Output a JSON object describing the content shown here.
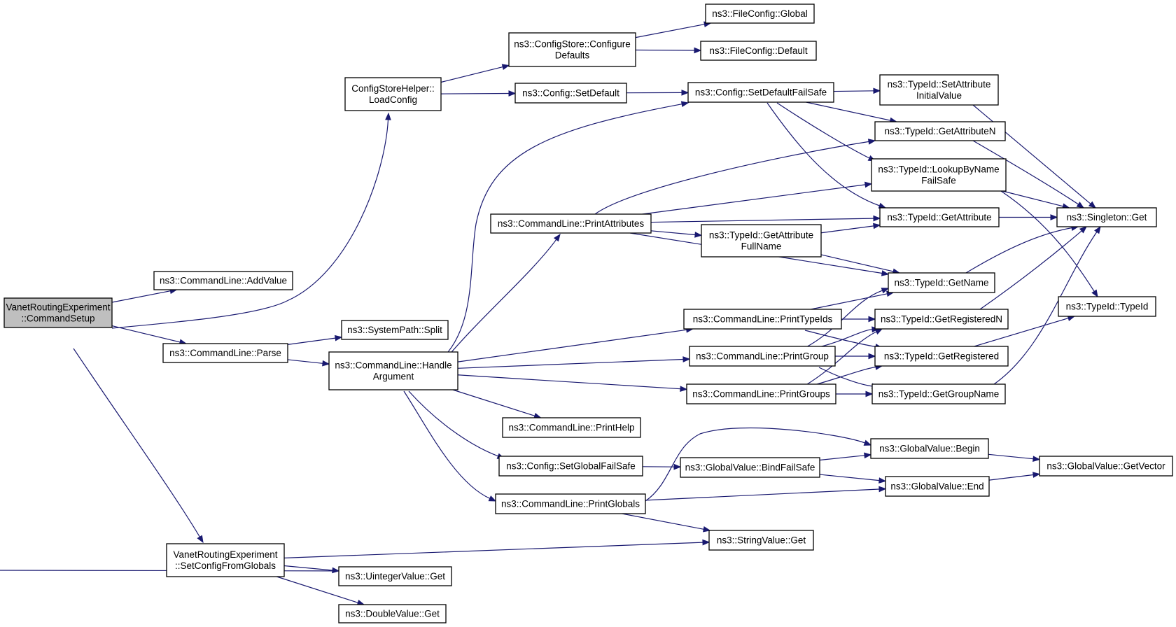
{
  "colors": {
    "edge": "#191970",
    "node_fill": "#ffffff",
    "root_fill": "#bfbfbf",
    "node_border": "#000000"
  },
  "nodes": [
    {
      "id": "root",
      "lines": [
        "VanetRoutingExperiment",
        "::CommandSetup"
      ],
      "root": true
    },
    {
      "id": "addvalue",
      "lines": [
        "ns3::CommandLine::AddValue"
      ]
    },
    {
      "id": "loadconfig",
      "lines": [
        "ConfigStoreHelper::",
        "LoadConfig"
      ]
    },
    {
      "id": "parse",
      "lines": [
        "ns3::CommandLine::Parse"
      ]
    },
    {
      "id": "setcfg",
      "lines": [
        "VanetRoutingExperiment",
        "::SetConfigFromGlobals"
      ]
    },
    {
      "id": "cs_configure",
      "lines": [
        "ns3::ConfigStore::Configure",
        "Defaults"
      ]
    },
    {
      "id": "fc_global",
      "lines": [
        "ns3::FileConfig::Global"
      ]
    },
    {
      "id": "fc_default",
      "lines": [
        "ns3::FileConfig::Default"
      ]
    },
    {
      "id": "config_setdefault",
      "lines": [
        "ns3::Config::SetDefault"
      ]
    },
    {
      "id": "setdefaultfailsafe",
      "lines": [
        "ns3::Config::SetDefaultFailSafe"
      ]
    },
    {
      "id": "sp_split",
      "lines": [
        "ns3::SystemPath::Split"
      ]
    },
    {
      "id": "handlearg",
      "lines": [
        "ns3::CommandLine::Handle",
        "Argument"
      ]
    },
    {
      "id": "printattrs",
      "lines": [
        "ns3::CommandLine::PrintAttributes"
      ]
    },
    {
      "id": "printtypeids",
      "lines": [
        "ns3::CommandLine::PrintTypeIds"
      ]
    },
    {
      "id": "printgroup",
      "lines": [
        "ns3::CommandLine::PrintGroup"
      ]
    },
    {
      "id": "printgroups",
      "lines": [
        "ns3::CommandLine::PrintGroups"
      ]
    },
    {
      "id": "printhelp",
      "lines": [
        "ns3::CommandLine::PrintHelp"
      ]
    },
    {
      "id": "setglobalfs",
      "lines": [
        "ns3::Config::SetGlobalFailSafe"
      ]
    },
    {
      "id": "printglobals",
      "lines": [
        "ns3::CommandLine::PrintGlobals"
      ]
    },
    {
      "id": "gv_bindfs",
      "lines": [
        "ns3::GlobalValue::BindFailSafe"
      ]
    },
    {
      "id": "gv_begin",
      "lines": [
        "ns3::GlobalValue::Begin"
      ]
    },
    {
      "id": "gv_end",
      "lines": [
        "ns3::GlobalValue::End"
      ]
    },
    {
      "id": "gv_getvector",
      "lines": [
        "ns3::GlobalValue::GetVector"
      ]
    },
    {
      "id": "stringvalue",
      "lines": [
        "ns3::StringValue::Get"
      ]
    },
    {
      "id": "uintvalue",
      "lines": [
        "ns3::UintegerValue::Get"
      ]
    },
    {
      "id": "doublevalue",
      "lines": [
        "ns3::DoubleValue::Get"
      ]
    },
    {
      "id": "tid_setattrinit",
      "lines": [
        "ns3::TypeId::SetAttribute",
        "InitialValue"
      ]
    },
    {
      "id": "tid_getattrn",
      "lines": [
        "ns3::TypeId::GetAttributeN"
      ]
    },
    {
      "id": "tid_lookup",
      "lines": [
        "ns3::TypeId::LookupByName",
        "FailSafe"
      ]
    },
    {
      "id": "tid_getattr",
      "lines": [
        "ns3::TypeId::GetAttribute"
      ]
    },
    {
      "id": "tid_getattrfull",
      "lines": [
        "ns3::TypeId::GetAttribute",
        "FullName"
      ]
    },
    {
      "id": "tid_getname",
      "lines": [
        "ns3::TypeId::GetName"
      ]
    },
    {
      "id": "tid_getregn",
      "lines": [
        "ns3::TypeId::GetRegisteredN"
      ]
    },
    {
      "id": "tid_getreg",
      "lines": [
        "ns3::TypeId::GetRegistered"
      ]
    },
    {
      "id": "tid_getgroupname",
      "lines": [
        "ns3::TypeId::GetGroupName"
      ]
    },
    {
      "id": "singleton_get",
      "lines": [
        "ns3::Singleton::Get"
      ]
    },
    {
      "id": "tid_typeid",
      "lines": [
        "ns3::TypeId::TypeId"
      ]
    }
  ],
  "edges": [
    [
      "root",
      "addvalue"
    ],
    [
      "root",
      "loadconfig"
    ],
    [
      "root",
      "parse"
    ],
    [
      "root",
      "setcfg"
    ],
    [
      "loadconfig",
      "cs_configure"
    ],
    [
      "loadconfig",
      "config_setdefault"
    ],
    [
      "cs_configure",
      "fc_global"
    ],
    [
      "cs_configure",
      "fc_default"
    ],
    [
      "config_setdefault",
      "setdefaultfailsafe"
    ],
    [
      "setdefaultfailsafe",
      "tid_setattrinit"
    ],
    [
      "setdefaultfailsafe",
      "tid_getattrn"
    ],
    [
      "setdefaultfailsafe",
      "tid_lookup"
    ],
    [
      "setdefaultfailsafe",
      "tid_getattr"
    ],
    [
      "parse",
      "sp_split"
    ],
    [
      "parse",
      "handlearg"
    ],
    [
      "handlearg",
      "setdefaultfailsafe"
    ],
    [
      "handlearg",
      "printattrs"
    ],
    [
      "handlearg",
      "printtypeids"
    ],
    [
      "handlearg",
      "printgroup"
    ],
    [
      "handlearg",
      "printgroups"
    ],
    [
      "handlearg",
      "printhelp"
    ],
    [
      "handlearg",
      "setglobalfs"
    ],
    [
      "handlearg",
      "printglobals"
    ],
    [
      "printattrs",
      "tid_getattrn"
    ],
    [
      "printattrs",
      "tid_lookup"
    ],
    [
      "printattrs",
      "tid_getattr"
    ],
    [
      "printattrs",
      "tid_getattrfull"
    ],
    [
      "printattrs",
      "tid_getname"
    ],
    [
      "tid_getattrfull",
      "tid_getattr"
    ],
    [
      "tid_getattrfull",
      "tid_getname"
    ],
    [
      "printtypeids",
      "tid_getname"
    ],
    [
      "printtypeids",
      "tid_getregn"
    ],
    [
      "printtypeids",
      "tid_getreg"
    ],
    [
      "printgroup",
      "tid_getname"
    ],
    [
      "printgroup",
      "tid_getregn"
    ],
    [
      "printgroup",
      "tid_getreg"
    ],
    [
      "printgroup",
      "tid_getgroupname"
    ],
    [
      "printgroups",
      "tid_getregn"
    ],
    [
      "printgroups",
      "tid_getreg"
    ],
    [
      "printgroups",
      "tid_getgroupname"
    ],
    [
      "setglobalfs",
      "gv_bindfs"
    ],
    [
      "gv_bindfs",
      "gv_begin"
    ],
    [
      "gv_bindfs",
      "gv_end"
    ],
    [
      "printglobals",
      "gv_begin"
    ],
    [
      "printglobals",
      "gv_end"
    ],
    [
      "printglobals",
      "stringvalue"
    ],
    [
      "gv_begin",
      "gv_getvector"
    ],
    [
      "gv_end",
      "gv_getvector"
    ],
    [
      "setcfg",
      "stringvalue"
    ],
    [
      "setcfg",
      "uintvalue"
    ],
    [
      "setcfg",
      "doublevalue"
    ],
    [
      "tid_setattrinit",
      "singleton_get"
    ],
    [
      "tid_getattrn",
      "singleton_get"
    ],
    [
      "tid_lookup",
      "singleton_get"
    ],
    [
      "tid_lookup",
      "tid_typeid"
    ],
    [
      "tid_getattr",
      "singleton_get"
    ],
    [
      "tid_getname",
      "singleton_get"
    ],
    [
      "tid_getregn",
      "singleton_get"
    ],
    [
      "tid_getreg",
      "tid_typeid"
    ],
    [
      "tid_getgroupname",
      "singleton_get"
    ]
  ]
}
